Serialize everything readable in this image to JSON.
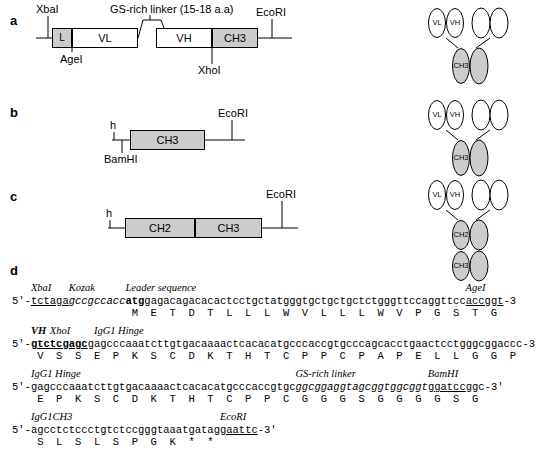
{
  "diagram": {
    "nodes": [
      {
        "text": [
          "L"
        ]
      },
      {
        "text": [
          "VL"
        ]
      },
      {
        "text": [
          "VH"
        ]
      },
      {
        "text": [
          "CH3"
        ]
      },
      {
        "text": [
          "VL"
        ]
      },
      {
        "text": [
          "VH"
        ]
      },
      {
        "text": [
          "CH3"
        ]
      },
      {
        "text": [
          "CH3"
        ]
      },
      {
        "text": [
          "VL"
        ]
      },
      {
        "text": [
          "VH"
        ]
      },
      {
        "text": [
          "CH3"
        ]
      },
      {
        "text": [
          "CH2"
        ]
      },
      {
        "text": [
          "CH3"
        ]
      },
      {
        "text": [
          "VL"
        ]
      },
      {
        "text": [
          "VH"
        ]
      },
      {
        "text": [
          "CH2"
        ]
      },
      {
        "text": [
          "CH3"
        ]
      }
    ],
    "edges": [
      {
        "from": 1,
        "to": 2,
        "arrow": "none"
      }
    ],
    "labels": [
      "a",
      "XbaI",
      "GS-rich linker (15-18 a.a)",
      "EcoRI",
      "AgeI",
      "XhoI",
      "b",
      "h",
      "EcoRI",
      "BamHI",
      "c",
      "h",
      "EcoRI",
      "d",
      "XbaI",
      "Kozak",
      "Leader sequence",
      "AgeI",
      "5'-",
      "tctaga",
      "gccgccacc",
      "atg",
      "gagacagacacactcctgctatgggtgctgctgctctgggttccaggttcc",
      "accggt",
      "-3",
      "M E T D T L L L W V L L L W V P G S T G",
      "VH",
      "XhoI",
      "IgG1 Hinge",
      "5'-",
      "gtctcgagc",
      "gagcccaaatcttgtgacaaaactcacacatgcccaccgtgcccagcacctgaactcctgggcggaccc",
      "-3",
      "V S S E P K S C D K T H T C P P C P A P E L L G G P",
      "IgG1 Hinge",
      "GS-rich linker",
      "BamHI",
      "5'-",
      "gagcccaaatcttgtgacaaaactcacacatgcccaccgtgc",
      "ggcggaggtagcggtggcggt",
      "ggatcc",
      "ggc",
      "-3'",
      "E P K S C D K T H T C P P C G G G S G G G G S G",
      "IgG1CH3",
      "EcoRI",
      "5'-",
      "agcctctccctgtctccgggtaaatgatag",
      "gaattc",
      "-3'",
      "S L S L S P G K * *"
    ]
  }
}
